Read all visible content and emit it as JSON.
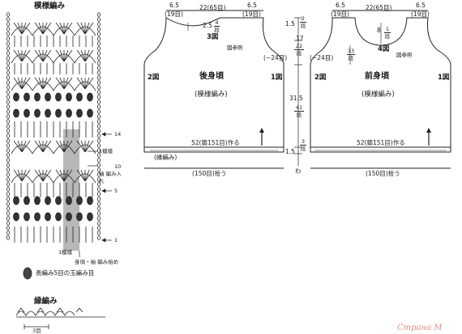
{
  "titles": {
    "pattern": "模様編み",
    "edging": "縁編み"
  },
  "pattern_labels": {
    "row14": "14",
    "row10": "10",
    "row5": "5",
    "row1": "1",
    "repeat_mid": "1模様",
    "sleeve_start": "袖 編み入",
    "sleeve_cont": "れ",
    "repeat_bottom": "1模様",
    "body_start": "身頃・袖 編み始め",
    "legend_text": "長編み5目の玉編み目",
    "edging_count": "3目"
  },
  "back": {
    "title": "後身頃",
    "pattern": "(模様編み)",
    "piece3": "3図",
    "piece2": "2図",
    "piece1": "1図",
    "ref": "図参照",
    "minus24": "(−24目)",
    "shoulder_left_cm": "6.5",
    "shoulder_left_st": "(19目)",
    "neck_cm": "22(65目)",
    "shoulder_right_cm": "6.5",
    "shoulder_right_st": "(19目)",
    "neck_depth": "2.5",
    "neck_rows_top": "4",
    "neck_rows_bot": "段",
    "chain": "52(鎖151目)作る",
    "edge_label": "(縁編み)",
    "pick": "(150目)拾う"
  },
  "mid": {
    "top_a": "1.5",
    "top_a_rows": "2",
    "top_a_unit": "段",
    "armhole_cm": "17",
    "armhole_rows": "22",
    "armhole_unit": "段",
    "body_cm": "31.5",
    "body_rows": "41",
    "body_unit": "段",
    "bot_cm": "1.5",
    "bot_rows": "3",
    "bot_unit": "段",
    "bottom_char": "わ"
  },
  "front": {
    "title": "前身頃",
    "pattern": "(模様編み)",
    "piece4": "4図",
    "piece2": "2図",
    "piece1": "1図",
    "ref": "図参照",
    "minus24": "(−24目)",
    "shoulder_left_cm": "6.5",
    "shoulder_left_st": "(19目)",
    "neck_cm": "22(65目)",
    "shoulder_right_cm": "6.5",
    "shoulder_right_st": "(19目)",
    "neck_depth": "8",
    "neck_rows": "1",
    "neck_rows_unit": "段",
    "side_rows": "13",
    "side_unit": "段",
    "chain": "52(鎖151目)作る",
    "pick": "(150目)拾う"
  },
  "legend": {
    "armhole_side_cm": "(−24目)"
  },
  "watermark": "Страна М"
}
